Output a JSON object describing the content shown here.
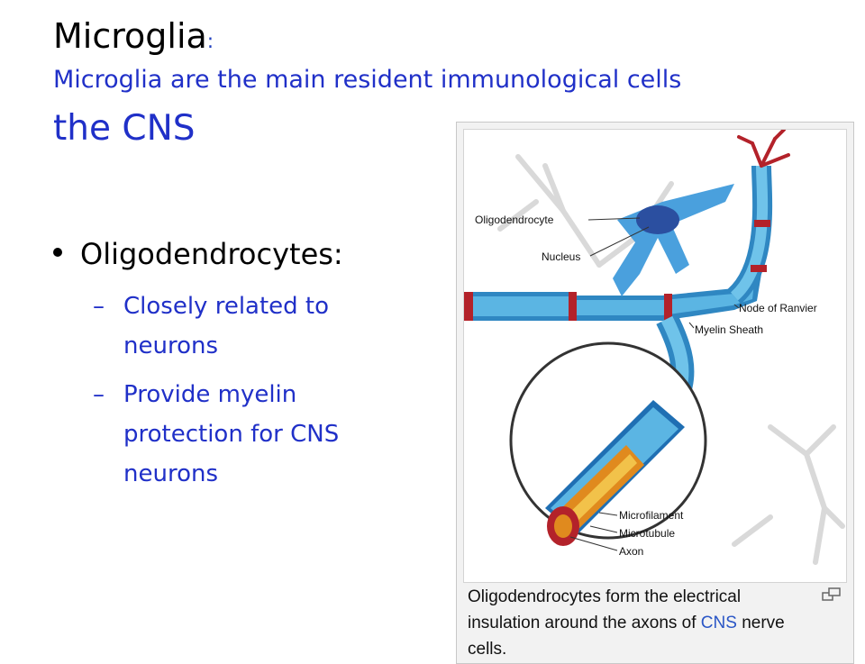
{
  "slide": {
    "title": "Microglia",
    "title_colon": ":",
    "subtitle_line1": "Microglia are the main resident immunological cells",
    "subtitle_line2": "the CNS",
    "bullet": "Oligodendrocytes:",
    "sub_items": [
      {
        "dash": "–",
        "lines": [
          "Closely related to",
          "neurons"
        ]
      },
      {
        "dash": "–",
        "lines": [
          "Provide myelin",
          "protection for CNS",
          "neurons"
        ]
      }
    ]
  },
  "figure": {
    "labels": {
      "oligodendrocyte": "Oligodendrocyte",
      "nucleus": "Nucleus",
      "node_of_ranvier": "Node of Ranvier",
      "myelin_sheath": "Myelin Sheath",
      "microfilament": "Microfilament",
      "microtubule": "Microtubule",
      "axon": "Axon"
    },
    "caption_before": "Oligodendrocytes form the electrical insulation around the axons of ",
    "caption_link": "CNS",
    "caption_after": " nerve cells."
  },
  "colors": {
    "title_blue": "#2030c8",
    "myelin_blue": "#3aa6d8",
    "node_red": "#b3222a",
    "axon_orange": "#e08a1e"
  }
}
